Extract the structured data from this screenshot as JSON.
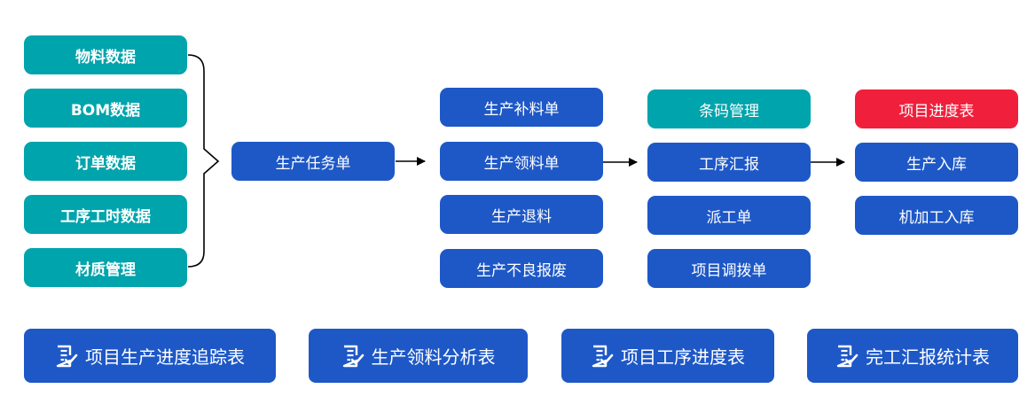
{
  "inputs": {
    "material": "物料数据",
    "bom": "BOM数据",
    "order": "订单数据",
    "process_hours": "工序工时数据",
    "quality": "材质管理"
  },
  "task": "生产任务单",
  "materials": {
    "supplement": "生产补料单",
    "picking": "生产领料单",
    "return": "生产退料",
    "scrap": "生产不良报废"
  },
  "process": {
    "barcode": "条码管理",
    "report": "工序汇报",
    "dispatch": "派工单",
    "transfer": "项目调拨单"
  },
  "output": {
    "progress": "项目进度表",
    "warehousing": "生产入库",
    "machining_warehousing": "机加工入库"
  },
  "reports": [
    "项目生产进度追踪表",
    "生产领料分析表",
    "项目工序进度表",
    "完工汇报统计表"
  ],
  "icon": "report-check-icon",
  "colors": {
    "teal": "#00a4ac",
    "blue": "#1e58c7",
    "red": "#f0203c"
  }
}
